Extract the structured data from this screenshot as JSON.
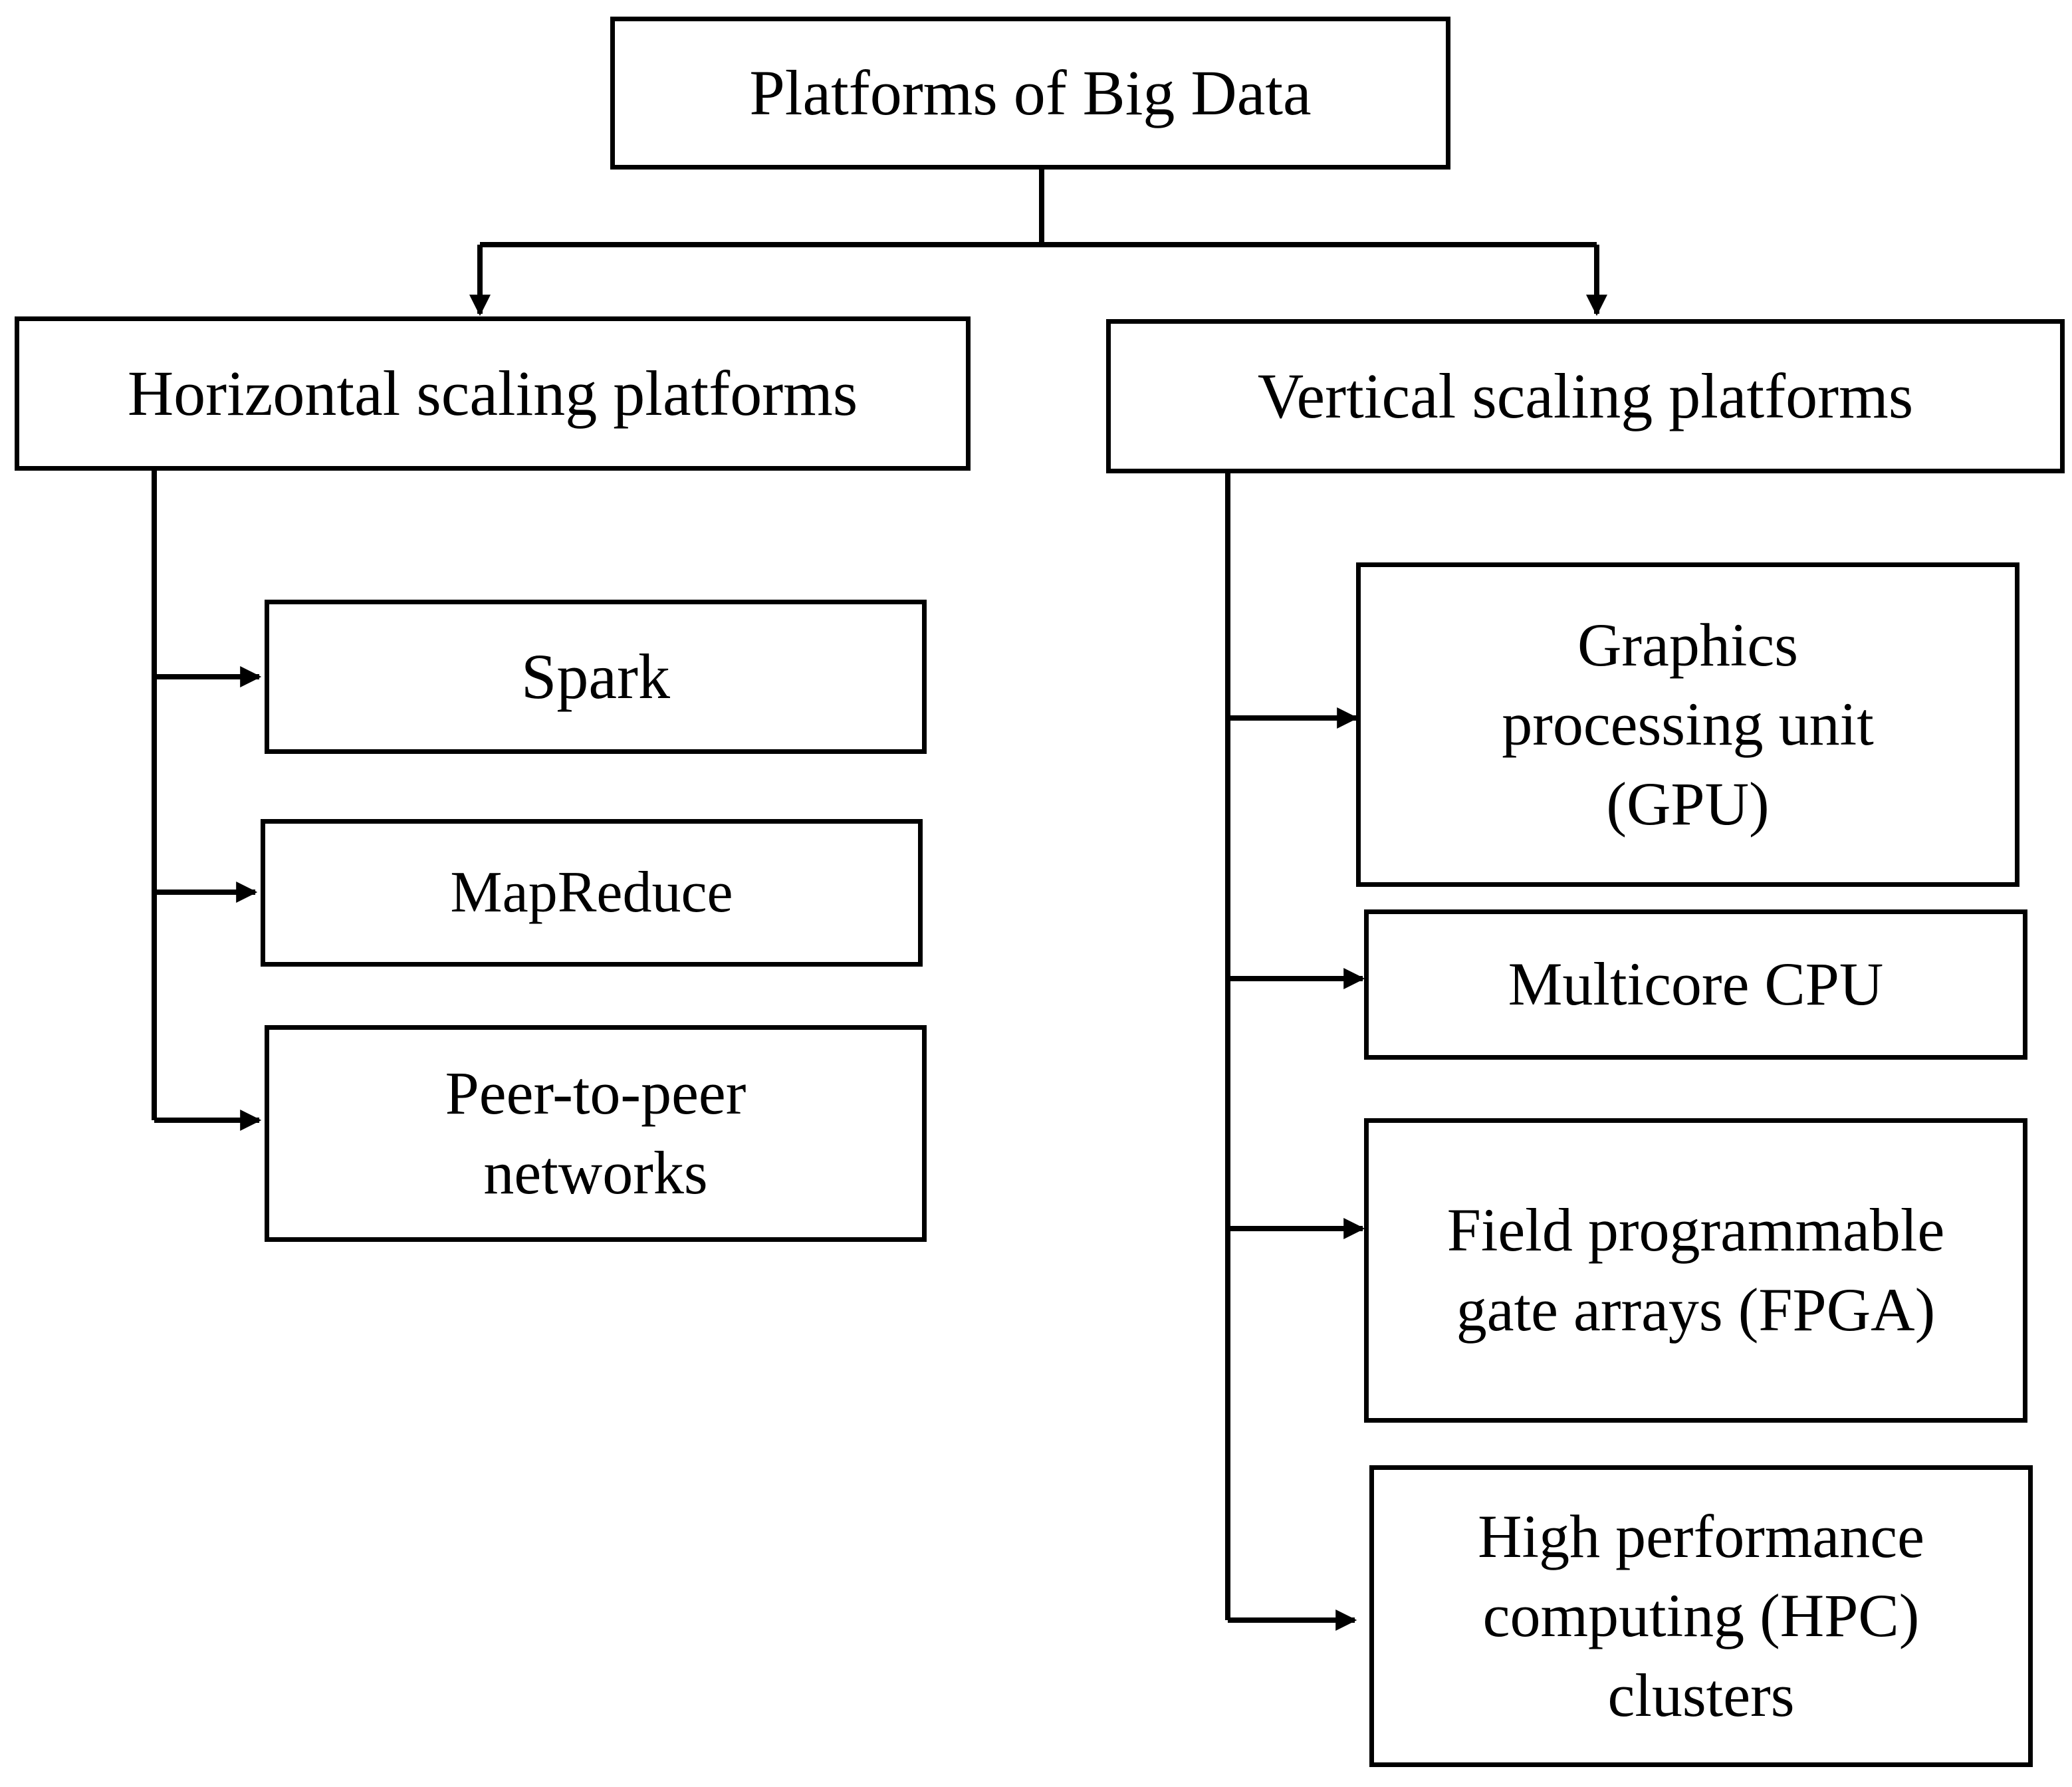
{
  "title": "Platforms of Big Data",
  "horizontal": {
    "label": "Horizontal scaling platforms",
    "items": [
      "Spark",
      "MapReduce",
      "Peer-to-peer networks"
    ]
  },
  "vertical": {
    "label": "Vertical scaling platforms",
    "items": [
      "Graphics processing unit (GPU)",
      "Multicore CPU",
      "Field programmable gate arrays (FPGA)",
      "High performance computing (HPC) clusters"
    ]
  }
}
